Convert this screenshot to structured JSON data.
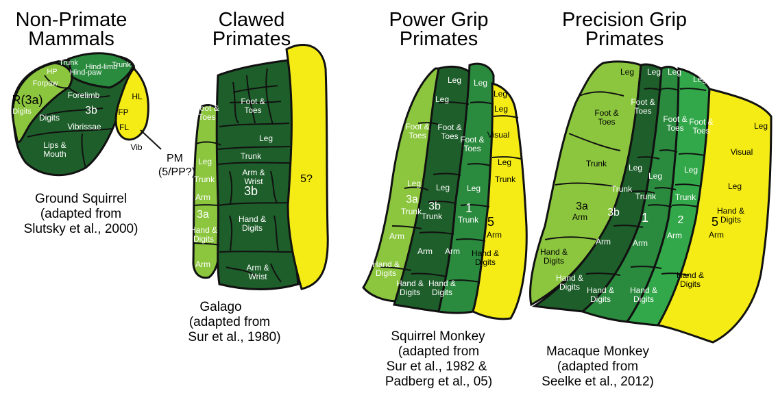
{
  "colors": {
    "dark_green": "#1e5e2a",
    "mid_green": "#2a8a3e",
    "bright_green": "#33a84a",
    "light_green": "#8cc63f",
    "yellow": "#f5ec15",
    "outline": "#111111"
  },
  "panels": [
    {
      "title": [
        "Non-Primate",
        "Mammals"
      ],
      "caption": [
        "Ground Squirrel",
        "(adapted from",
        "Slutsky et al., 2000)"
      ],
      "labels": [
        "R(3a)",
        "Digits",
        "HP",
        "Forpaw",
        "Trunk",
        "Hind-paw",
        "Hind-limb",
        "Trunk",
        "Forelimb",
        "3b",
        "Digits",
        "Vibrissae",
        "Lips & Mouth",
        "HL",
        "FP",
        "FL",
        "Vib",
        "PM",
        "(5/PP?)"
      ]
    },
    {
      "title": [
        "Clawed",
        "Primates"
      ],
      "caption": [
        "Galago",
        "(adapted from",
        "Sur et al., 1980)"
      ],
      "labels": [
        "Foot & Toes",
        "Leg",
        "Trunk",
        "Arm",
        "3a",
        "Hand & Digits",
        "Arm",
        "Foot & Toes",
        "Leg",
        "Trunk",
        "Arm & Wrist",
        "3b",
        "Hand & Digits",
        "Arm & Wrist",
        "5?"
      ]
    },
    {
      "title": [
        "Power Grip",
        "Primates"
      ],
      "caption": [
        "Squirrel Monkey",
        "(adapted from",
        "Sur et al., 1982 &",
        "Padberg et al., 05)"
      ],
      "labels": [
        "Leg",
        "Foot & Toes",
        "Leg",
        "3a",
        "Trunk",
        "Arm",
        "Hand & Digits",
        "Leg",
        "Foot & Toes",
        "Leg",
        "3b",
        "Trunk",
        "Arm",
        "Hand & Digits",
        "Leg",
        "Foot & Toes",
        "Leg",
        "1",
        "Trunk",
        "Arm",
        "Hand & Digits",
        "Leg",
        "Leg",
        "Visual",
        "Leg",
        "Trunk",
        "5",
        "Arm",
        "Hand & Digits"
      ]
    },
    {
      "title": [
        "Precision Grip",
        "Primates"
      ],
      "caption": [
        "Macaque Monkey",
        "(adapted from",
        "Seelke et al., 2012)"
      ],
      "labels": [
        "Leg",
        "Foot & Toes",
        "Trunk",
        "3a",
        "Arm",
        "Hand & Digits",
        "Leg",
        "Foot & Toes",
        "Leg",
        "Trunk",
        "3b",
        "Arm",
        "Hand & Digits",
        "Leg",
        "Foot & Toes",
        "Leg",
        "Trunk",
        "1",
        "Arm",
        "Hand & Digits",
        "Leg",
        "Foot & Toes",
        "Leg",
        "Trunk",
        "2",
        "Arm",
        "Hand & Digits",
        "Leg",
        "Visual",
        "Leg",
        "Hand & Digits",
        "5",
        "Arm",
        "Hand & Digits"
      ]
    }
  ]
}
